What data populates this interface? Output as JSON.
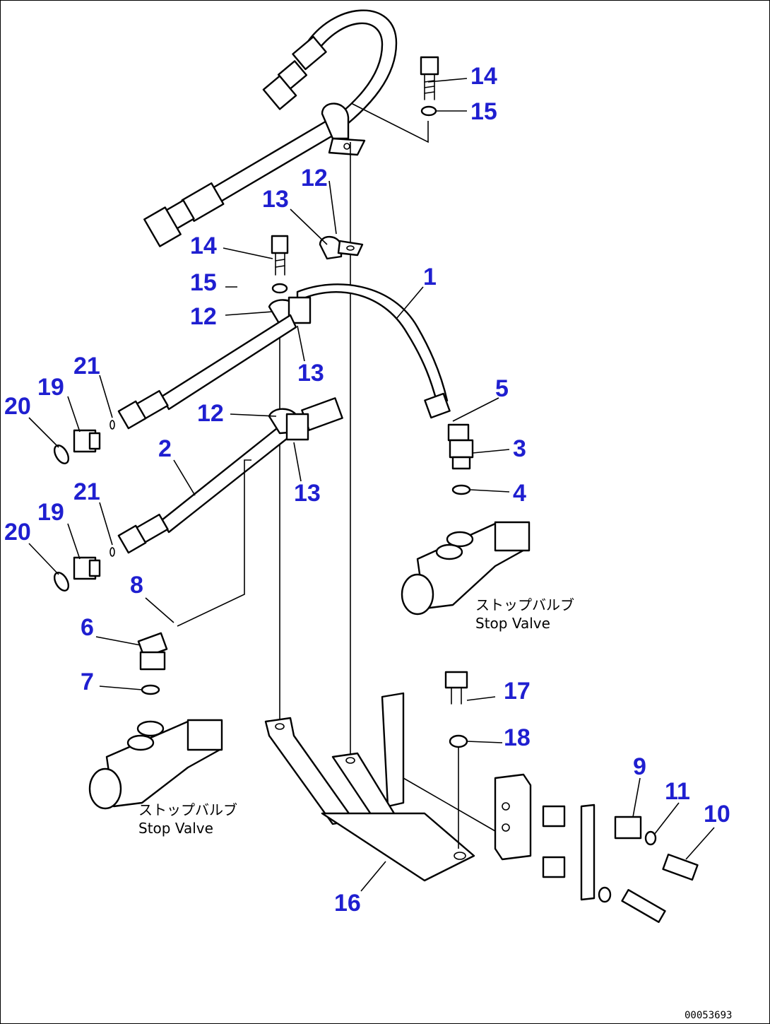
{
  "callouts": {
    "c1": "1",
    "c2": "2",
    "c3": "3",
    "c4": "4",
    "c5": "5",
    "c6": "6",
    "c7": "7",
    "c8": "8",
    "c9": "9",
    "c10": "10",
    "c11": "11",
    "c12a": "12",
    "c12b": "12",
    "c12c": "12",
    "c13a": "13",
    "c13b": "13",
    "c13c": "13",
    "c14a": "14",
    "c14b": "14",
    "c15a": "15",
    "c15b": "15",
    "c16": "16",
    "c17": "17",
    "c18": "18",
    "c19a": "19",
    "c19b": "19",
    "c20a": "20",
    "c20b": "20",
    "c21a": "21",
    "c21b": "21"
  },
  "captions": {
    "valve_right_jp": "ストップバルブ",
    "valve_right_en": "Stop Valve",
    "valve_left_jp": "ストップバルブ",
    "valve_left_en": "Stop Valve"
  },
  "drawing_code": "00053693",
  "colors": {
    "callout": "#1f1fd0",
    "line": "#000000",
    "background": "#ffffff"
  }
}
